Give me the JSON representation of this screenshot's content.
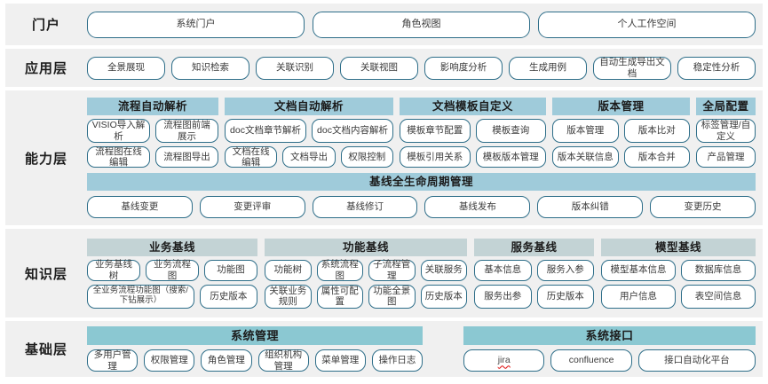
{
  "layers": {
    "portal": {
      "label": "门户",
      "items": [
        "系统门户",
        "角色视图",
        "个人工作空间"
      ]
    },
    "application": {
      "label": "应用层",
      "items": [
        "全景展现",
        "知识检索",
        "关联识别",
        "关联视图",
        "影响度分析",
        "生成用例",
        "自动生成导出文档",
        "稳定性分析"
      ]
    },
    "capability": {
      "label": "能力层",
      "groups": [
        {
          "title": "流程自动解析",
          "rows": [
            [
              "VISIO导入解析",
              "流程图前端展示"
            ],
            [
              "流程图在线编辑",
              "流程图导出"
            ]
          ]
        },
        {
          "title": "文档自动解析",
          "rows": [
            [
              "doc文档章节解析",
              "doc文档内容解析"
            ],
            [
              "文档在线编辑",
              "文档导出",
              "权限控制"
            ]
          ]
        },
        {
          "title": "文档模板自定义",
          "rows": [
            [
              "模板章节配置",
              "模板查询"
            ],
            [
              "模板引用关系",
              "模板版本管理"
            ]
          ]
        },
        {
          "title": "版本管理",
          "rows": [
            [
              "版本管理",
              "版本比对"
            ],
            [
              "版本关联信息",
              "版本合并"
            ]
          ]
        },
        {
          "title": "全局配置",
          "rows": [
            [
              "标签管理/自定义"
            ],
            [
              "产品管理"
            ]
          ]
        }
      ],
      "baseline": {
        "title": "基线全生命周期管理",
        "items": [
          "基线变更",
          "变更评审",
          "基线修订",
          "基线发布",
          "版本纠错",
          "变更历史"
        ]
      }
    },
    "knowledge": {
      "label": "知识层",
      "groups": [
        {
          "title": "业务基线",
          "rows": [
            [
              "业务基线树",
              "业务流程图",
              "功能图"
            ],
            [
              "全业务流程功能图（搜索/下钻展示）",
              "历史版本"
            ]
          ]
        },
        {
          "title": "功能基线",
          "rows": [
            [
              "功能树",
              "系统流程图",
              "子流程管理",
              "关联服务"
            ],
            [
              "关联业务规则",
              "属性可配置",
              "功能全景图",
              "历史版本"
            ]
          ]
        },
        {
          "title": "服务基线",
          "rows": [
            [
              "基本信息",
              "服务入参"
            ],
            [
              "服务出参",
              "历史版本"
            ]
          ]
        },
        {
          "title": "模型基线",
          "rows": [
            [
              "模型基本信息",
              "数据库信息"
            ],
            [
              "用户信息",
              "表空间信息"
            ]
          ]
        }
      ]
    },
    "foundation": {
      "label": "基础层",
      "groups": [
        {
          "title": "系统管理",
          "items": [
            "多用户管理",
            "权限管理",
            "角色管理",
            "组织机构管理",
            "菜单管理",
            "操作日志"
          ]
        },
        {
          "title": "系统接口",
          "items": [
            "jira",
            "confluence",
            "接口自动化平台"
          ]
        }
      ]
    }
  },
  "colors": {
    "band_bg": "#f0f0f0",
    "pill_border": "#2e6e89",
    "capability_header": "#9fcbda",
    "knowledge_header": "#c3d3d5",
    "foundation_header": "#8bc8d2"
  }
}
